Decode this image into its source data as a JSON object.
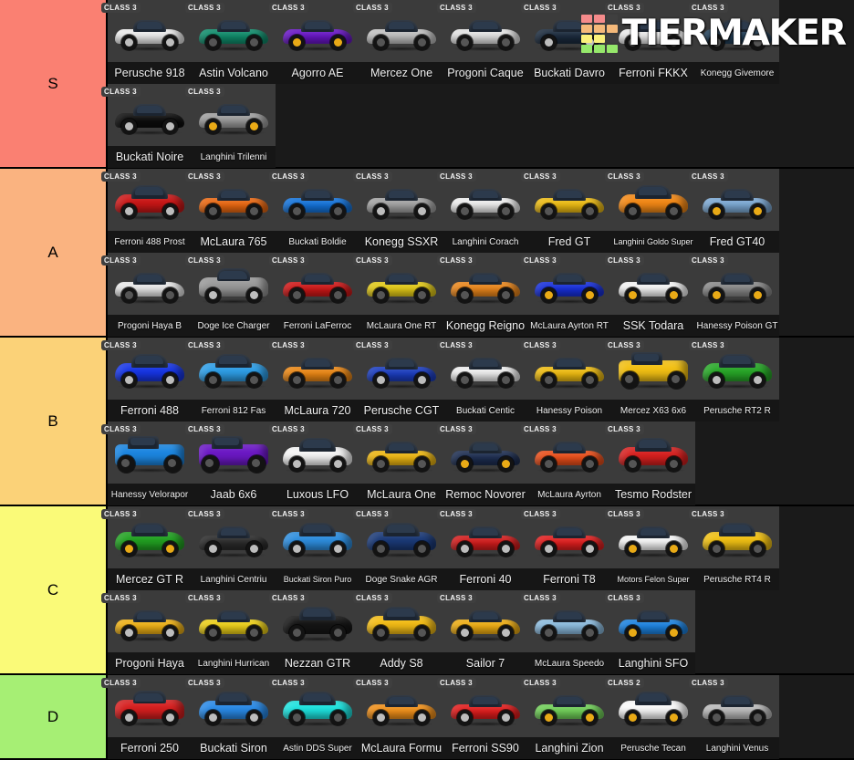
{
  "watermark": {
    "text": "TIERMAKER",
    "grid_colors": [
      "#f58b8b",
      "#f58b8b",
      "#3f3f3f",
      "#f5b97a",
      "#f5b97a",
      "#f5b97a",
      "#faf07a",
      "#faf07a",
      "#3f3f3f",
      "#96e86b",
      "#96e86b",
      "#96e86b"
    ]
  },
  "class_badge_default": "CLASS 3",
  "tiers": [
    {
      "label": "S",
      "color": "#fa8072",
      "items": [
        {
          "name": "Perusche 918",
          "class": "CLASS 3",
          "body": "#f2f2f2",
          "wheel": "light",
          "shape": "low"
        },
        {
          "name": "Astin Volcano",
          "class": "CLASS 3",
          "body": "#0f8f6d",
          "wheel": "dark",
          "shape": "low"
        },
        {
          "name": "Agorro AE",
          "class": "CLASS 3",
          "body": "#6a16c9",
          "wheel": "gold",
          "shape": "low"
        },
        {
          "name": "Mercez One",
          "class": "CLASS 3",
          "body": "#c6c6c6",
          "wheel": "dark",
          "shape": "low"
        },
        {
          "name": "Progoni Caque",
          "class": "CLASS 3",
          "body": "#e9e9e9",
          "wheel": "dark",
          "shape": "low"
        },
        {
          "name": "Buckati Davro",
          "class": "CLASS 3",
          "body": "#1b2b3e",
          "wheel": "light",
          "shape": "low"
        },
        {
          "name": "Ferroni FKKX",
          "class": "CLASS 3",
          "body": "#f0f0f0",
          "wheel": "dark",
          "shape": "low"
        },
        {
          "name": "Konegg Givemore",
          "class": "CLASS 3",
          "body": "#22405a",
          "wheel": "dark",
          "shape": "low"
        },
        {
          "name": "Buckati Noire",
          "class": "CLASS 3",
          "body": "#0d0d0d",
          "wheel": "light",
          "shape": "low"
        },
        {
          "name": "Langhini Trilenni",
          "class": "CLASS 3",
          "body": "#a3a3a3",
          "wheel": "gold",
          "shape": "low"
        }
      ]
    },
    {
      "label": "A",
      "color": "#fab380",
      "items": [
        {
          "name": "Ferroni 488 Prost",
          "class": "CLASS 3",
          "body": "#cc1717",
          "wheel": "light",
          "shape": ""
        },
        {
          "name": "McLaura 765",
          "class": "CLASS 3",
          "body": "#f06a11",
          "wheel": "dark",
          "shape": "low"
        },
        {
          "name": "Buckati Boldie",
          "class": "CLASS 3",
          "body": "#1476e0",
          "wheel": "dark",
          "shape": "low"
        },
        {
          "name": "Konegg SSXR",
          "class": "CLASS 3",
          "body": "#a8a8a8",
          "wheel": "light",
          "shape": "low"
        },
        {
          "name": "Langhini Corach",
          "class": "CLASS 3",
          "body": "#f4f4f4",
          "wheel": "dark",
          "shape": "low"
        },
        {
          "name": "Fred GT",
          "class": "CLASS 3",
          "body": "#f3c013",
          "wheel": "dark",
          "shape": "low"
        },
        {
          "name": "Langhini Goldo Super",
          "class": "CLASS 3",
          "body": "#f58a16",
          "wheel": "dark",
          "shape": ""
        },
        {
          "name": "Fred GT40",
          "class": "CLASS 3",
          "body": "#7fadd9",
          "wheel": "gold",
          "shape": "low"
        },
        {
          "name": "Progoni Haya B",
          "class": "CLASS 3",
          "body": "#efefef",
          "wheel": "dark",
          "shape": "low"
        },
        {
          "name": "Doge Ice Charger",
          "class": "CLASS 3",
          "body": "#9a9a9a",
          "wheel": "light",
          "shape": "classic"
        },
        {
          "name": "Ferroni LaFerroc",
          "class": "CLASS 3",
          "body": "#d41818",
          "wheel": "dark",
          "shape": "low"
        },
        {
          "name": "McLaura One RT",
          "class": "CLASS 3",
          "body": "#e8cf18",
          "wheel": "dark",
          "shape": "low"
        },
        {
          "name": "Konegg Reigno",
          "class": "CLASS 3",
          "body": "#f08a1c",
          "wheel": "dark",
          "shape": "low"
        },
        {
          "name": "McLaura Ayrton RT",
          "class": "CLASS 3",
          "body": "#1730e0",
          "wheel": "gold",
          "shape": "low"
        },
        {
          "name": "SSK Todara",
          "class": "CLASS 3",
          "body": "#fbfbfb",
          "wheel": "gold",
          "shape": "low"
        },
        {
          "name": "Hanessy Poison GT",
          "class": "CLASS 3",
          "body": "#8d8d8d",
          "wheel": "gold",
          "shape": "low"
        }
      ]
    },
    {
      "label": "B",
      "color": "#fbd278",
      "items": [
        {
          "name": "Ferroni 488",
          "class": "CLASS 3",
          "body": "#1736e8",
          "wheel": "light",
          "shape": ""
        },
        {
          "name": "Ferroni 812 Fas",
          "class": "CLASS 3",
          "body": "#2e9fe8",
          "wheel": "dark",
          "shape": ""
        },
        {
          "name": "McLaura 720",
          "class": "CLASS 3",
          "body": "#f08a14",
          "wheel": "dark",
          "shape": "low"
        },
        {
          "name": "Perusche CGT",
          "class": "CLASS 3",
          "body": "#1b3ec4",
          "wheel": "light",
          "shape": "low"
        },
        {
          "name": "Buckati Centic",
          "class": "CLASS 3",
          "body": "#f4f4f4",
          "wheel": "dark",
          "shape": "low"
        },
        {
          "name": "Hanessy Poison",
          "class": "CLASS 3",
          "body": "#f5c111",
          "wheel": "dark",
          "shape": "low"
        },
        {
          "name": "Mercez X63 6x6",
          "class": "CLASS 3",
          "body": "#f2c014",
          "wheel": "dark",
          "shape": "truck"
        },
        {
          "name": "Perusche RT2 R",
          "class": "CLASS 3",
          "body": "#28a828",
          "wheel": "light",
          "shape": ""
        },
        {
          "name": "Hanessy Velorapor",
          "class": "CLASS 3",
          "body": "#1c86e0",
          "wheel": "dark",
          "shape": "truck"
        },
        {
          "name": "Jaab 6x6",
          "class": "CLASS 3",
          "body": "#6b18c4",
          "wheel": "dark",
          "shape": "truck"
        },
        {
          "name": "Luxous LFO",
          "class": "CLASS 3",
          "body": "#f6f6f6",
          "wheel": "light",
          "shape": ""
        },
        {
          "name": "McLaura One",
          "class": "CLASS 3",
          "body": "#f3bb12",
          "wheel": "dark",
          "shape": "low"
        },
        {
          "name": "Remoc Novorer",
          "class": "CLASS 3",
          "body": "#1d2e52",
          "wheel": "gold",
          "shape": "low"
        },
        {
          "name": "McLaura Ayrton",
          "class": "CLASS 3",
          "body": "#f0501a",
          "wheel": "dark",
          "shape": "low"
        },
        {
          "name": "Tesmo Rodster",
          "class": "CLASS 3",
          "body": "#d9201f",
          "wheel": "dark",
          "shape": ""
        }
      ]
    },
    {
      "label": "C",
      "color": "#fafa78",
      "items": [
        {
          "name": "Mercez GT R",
          "class": "CLASS 3",
          "body": "#22a322",
          "wheel": "gold",
          "shape": ""
        },
        {
          "name": "Langhini Centriu",
          "class": "CLASS 3",
          "body": "#2b2b2b",
          "wheel": "light",
          "shape": "low"
        },
        {
          "name": "Buckati Siron Puro",
          "class": "CLASS 3",
          "body": "#2e8fe0",
          "wheel": "light",
          "shape": ""
        },
        {
          "name": "Doge Snake AGR",
          "class": "CLASS 3",
          "body": "#1b3a78",
          "wheel": "dark",
          "shape": ""
        },
        {
          "name": "Ferroni 40",
          "class": "CLASS 3",
          "body": "#d81d1d",
          "wheel": "light",
          "shape": "low"
        },
        {
          "name": "Ferroni T8",
          "class": "CLASS 3",
          "body": "#e61f1f",
          "wheel": "light",
          "shape": "low"
        },
        {
          "name": "Motors Felon Super",
          "class": "CLASS 3",
          "body": "#fbfbfb",
          "wheel": "gold",
          "shape": "low"
        },
        {
          "name": "Perusche RT4 R",
          "class": "CLASS 3",
          "body": "#f2c214",
          "wheel": "dark",
          "shape": ""
        },
        {
          "name": "Progoni Haya",
          "class": "CLASS 3",
          "body": "#f4b516",
          "wheel": "light",
          "shape": "low"
        },
        {
          "name": "Langhini Hurrican",
          "class": "CLASS 3",
          "body": "#f2d419",
          "wheel": "dark",
          "shape": "low"
        },
        {
          "name": "Nezzan GTR",
          "class": "CLASS 3",
          "body": "#151515",
          "wheel": "dark",
          "shape": ""
        },
        {
          "name": "Addy S8",
          "class": "CLASS 3",
          "body": "#f5be16",
          "wheel": "dark",
          "shape": ""
        },
        {
          "name": "Sailor 7",
          "class": "CLASS 3",
          "body": "#f3b113",
          "wheel": "light",
          "shape": "low"
        },
        {
          "name": "McLaura Speedo",
          "class": "CLASS 3",
          "body": "#8fc0e4",
          "wheel": "dark",
          "shape": "low"
        },
        {
          "name": "Langhini SFO",
          "class": "CLASS 3",
          "body": "#1d86e6",
          "wheel": "gold",
          "shape": "low"
        }
      ]
    },
    {
      "label": "D",
      "color": "#a6ef74",
      "items": [
        {
          "name": "Ferroni 250",
          "class": "CLASS 3",
          "body": "#d71f1f",
          "wheel": "light",
          "shape": "classic"
        },
        {
          "name": "Buckati Siron",
          "class": "CLASS 3",
          "body": "#2a8be8",
          "wheel": "light",
          "shape": ""
        },
        {
          "name": "Astin DDS Super",
          "class": "CLASS 3",
          "body": "#1ee4e0",
          "wheel": "dark",
          "shape": ""
        },
        {
          "name": "McLaura Formu",
          "class": "CLASS 3",
          "body": "#f5931a",
          "wheel": "light",
          "shape": "low"
        },
        {
          "name": "Ferroni SS90",
          "class": "CLASS 3",
          "body": "#e71d1d",
          "wheel": "light",
          "shape": "low"
        },
        {
          "name": "Langhini Zion",
          "class": "CLASS 3",
          "body": "#73d45a",
          "wheel": "gold",
          "shape": "low"
        },
        {
          "name": "Perusche Tecan",
          "class": "CLASS 2",
          "body": "#fafafa",
          "wheel": "gold",
          "shape": ""
        },
        {
          "name": "Langhini Venus",
          "class": "CLASS 3",
          "body": "#bfbfbf",
          "wheel": "dark",
          "shape": "low"
        }
      ]
    }
  ]
}
